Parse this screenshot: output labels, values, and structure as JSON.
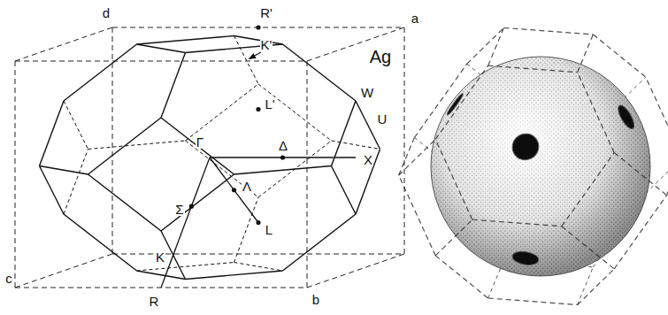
{
  "diagram": {
    "labels": [
      "d",
      "R'",
      "a",
      "Ag",
      "K'",
      "L'",
      "W",
      "U",
      "Γ",
      "Δ",
      "X",
      "Λ",
      "Σ",
      "L",
      "K",
      "c",
      "R",
      "b"
    ]
  }
}
